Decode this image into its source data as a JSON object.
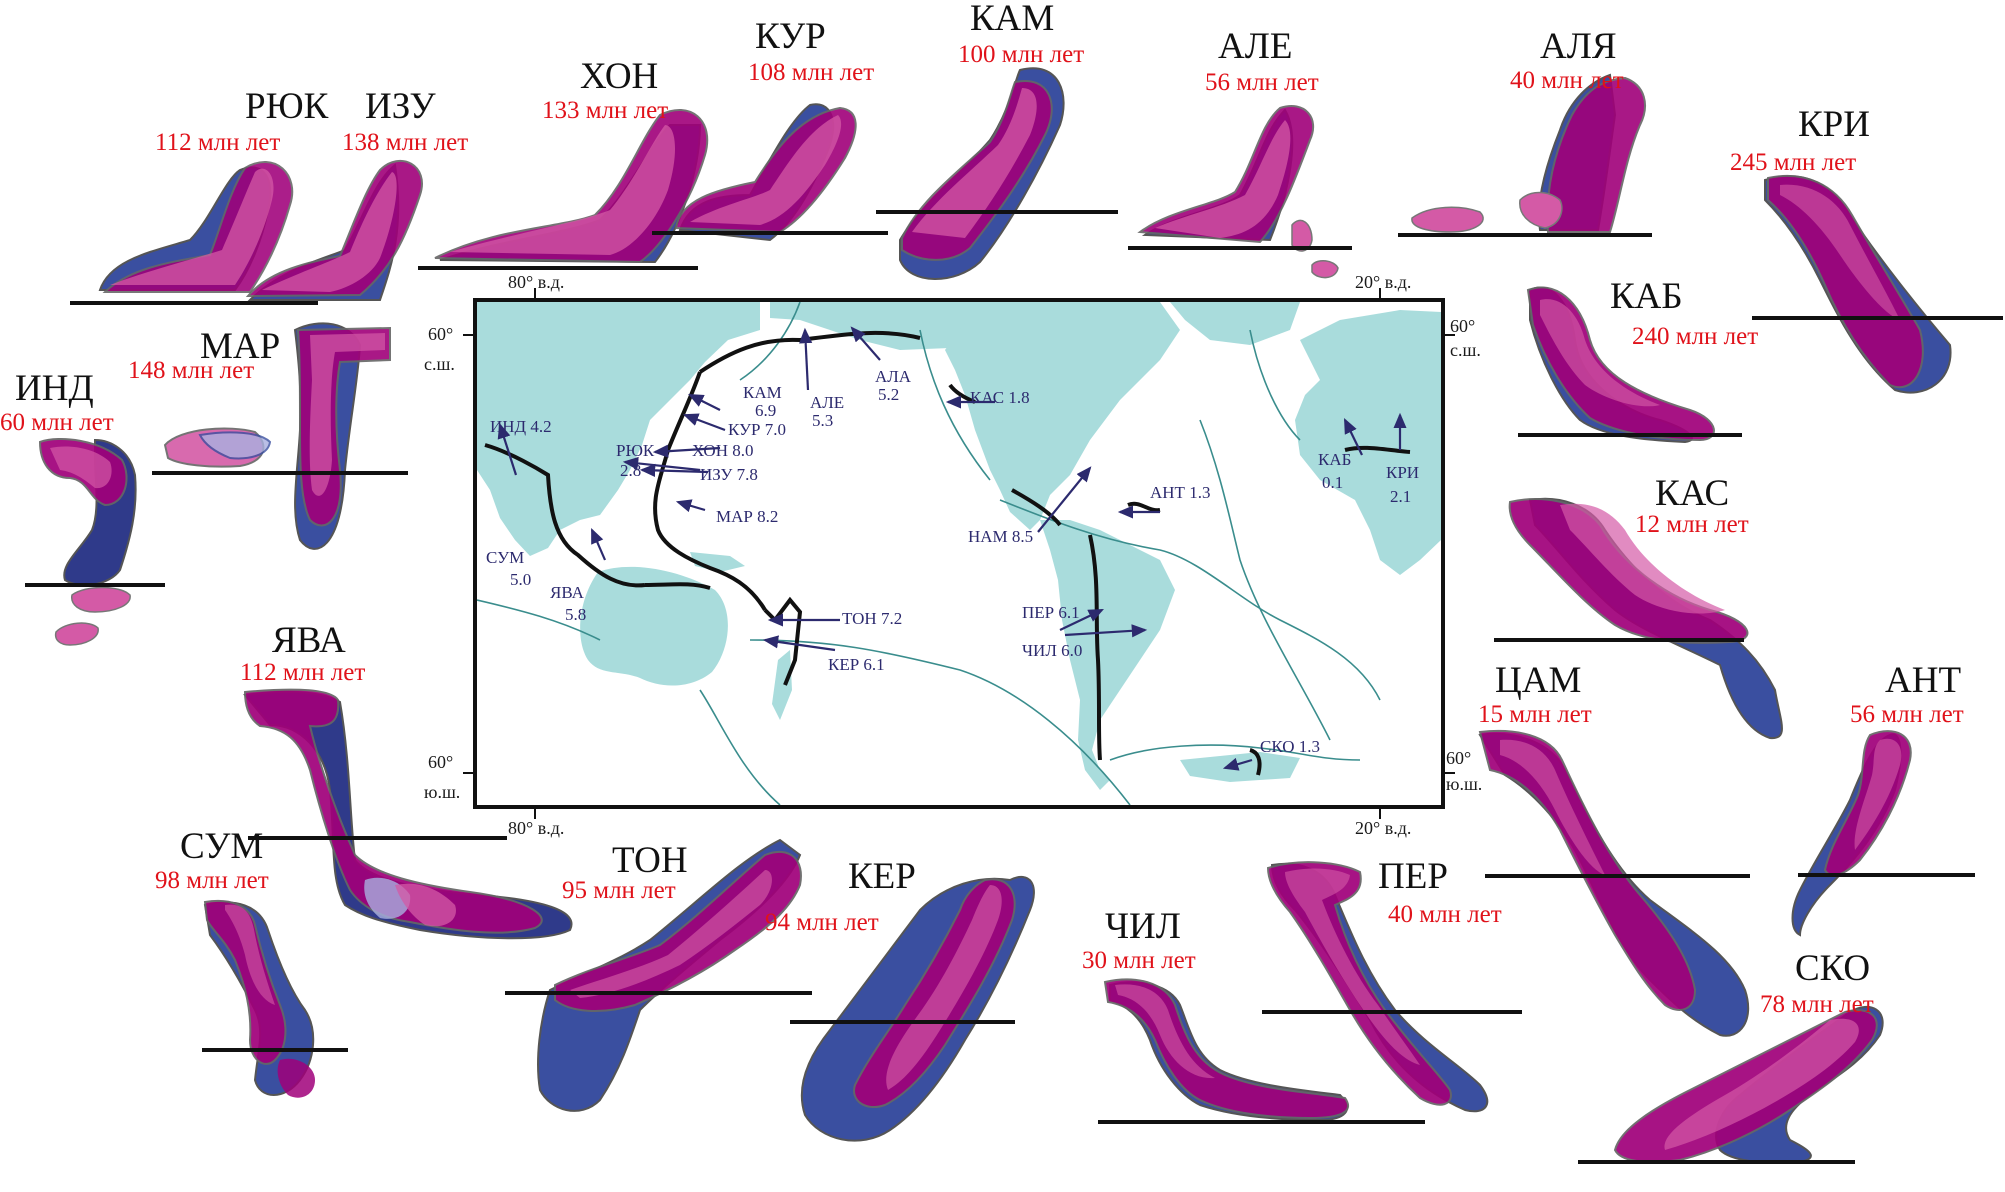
{
  "colors": {
    "model": "#3a4fa0",
    "slab": "#a0007a",
    "slab_light": "#d45aa6",
    "land": "#a9dcdc",
    "label_red": "#e0121a",
    "map_text": "#2c2a6e"
  },
  "panels": {
    "ruk": {
      "name": "РЮК",
      "age": "112 млн лет"
    },
    "izu": {
      "name": "ИЗУ",
      "age": "138 млн лет"
    },
    "hon": {
      "name": "ХОН",
      "age": "133 млн лет"
    },
    "kur": {
      "name": "КУР",
      "age": "108 млн лет"
    },
    "kam": {
      "name": "КАМ",
      "age": "100 млн лет"
    },
    "ale": {
      "name": "АЛЕ",
      "age": "56 млн лет"
    },
    "alya": {
      "name": "АЛЯ",
      "age": "40 млн лет"
    },
    "kri": {
      "name": "КРИ",
      "age": "245 млн лет"
    },
    "kab": {
      "name": "КАБ",
      "age": "240 млн лет"
    },
    "mar": {
      "name": "МАР",
      "age": "148 млн лет"
    },
    "ind": {
      "name": "ИНД",
      "age": "60 млн лет"
    },
    "kas": {
      "name": "КАС",
      "age": "12 млн лет"
    },
    "yava": {
      "name": "ЯВА",
      "age": "112 млн лет"
    },
    "cam": {
      "name": "ЦАМ",
      "age": "15 млн лет"
    },
    "ant": {
      "name": "АНТ",
      "age": "56 млн лет"
    },
    "sum": {
      "name": "СУМ",
      "age": "98 млн лет"
    },
    "ton": {
      "name": "ТОН",
      "age": "95 млн лет"
    },
    "ker": {
      "name": "КЕР",
      "age": "94 млн лет"
    },
    "chil": {
      "name": "ЧИЛ",
      "age": "30 млн лет"
    },
    "per": {
      "name": "ПЕР",
      "age": "40 млн лет"
    },
    "sko": {
      "name": "СКО",
      "age": "78 млн лет"
    }
  },
  "map": {
    "axis": {
      "top_left_lon": "80° в.д.",
      "top_right_lon": "20° в.д.",
      "bottom_left_lon": "80° в.д.",
      "bottom_right_lon": "20° в.д.",
      "left_top_lat": "60°",
      "left_top_hem": "с.ш.",
      "left_bottom_lat": "60°",
      "left_bottom_hem": "ю.ш.",
      "right_top_lat": "60°",
      "right_top_hem": "с.ш.",
      "right_bottom_lat": "60°",
      "right_bottom_hem": "ю.ш."
    },
    "labels": {
      "ind": "ИНД 4.2",
      "kam_name": "КАМ",
      "kam_val": "6.9",
      "ale_name": "АЛЕ",
      "ale_val": "5.3",
      "ala_name": "АЛА",
      "ala_val": "5.2",
      "kas": "КАС 1.8",
      "kur": "КУР 7.0",
      "ruk_name": "РЮК",
      "ruk_val": "2.8",
      "hon": "ХОН 8.0",
      "izu": "ИЗУ 7.8",
      "mar": "МАР 8.2",
      "sum_name": "СУМ",
      "sum_val": "5.0",
      "yava_name": "ЯВА",
      "yava_val": "5.8",
      "ton": "ТОН 7.2",
      "ker": "КЕР 6.1",
      "nam": "НАМ 8.5",
      "ant": "АНТ 1.3",
      "per": "ПЕР 6.1",
      "chil": "ЧИЛ 6.0",
      "sko": "СКО 1.3",
      "kab_name": "КАБ",
      "kab_val": "0.1",
      "kri_name": "КРИ",
      "kri_val": "2.1"
    }
  }
}
